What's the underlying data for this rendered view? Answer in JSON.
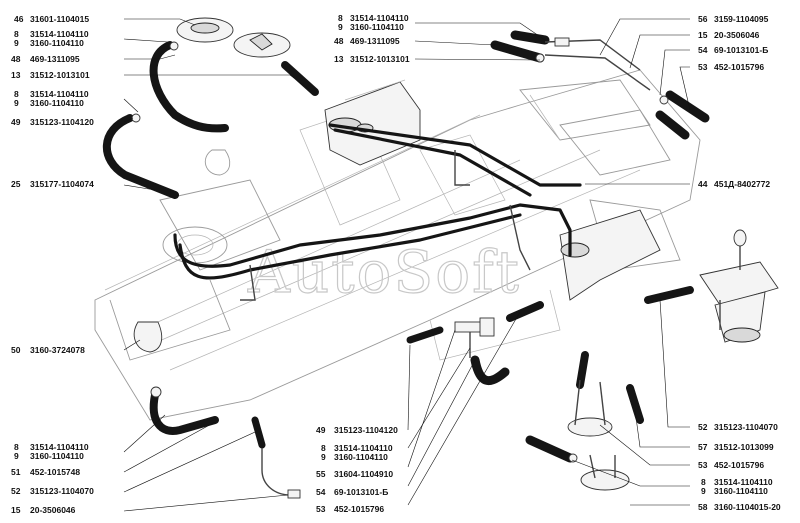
{
  "watermark": "AutoSoft",
  "labels_left": [
    {
      "num": "46",
      "code": "31601-1104015"
    },
    {
      "num": "8",
      "code": "31514-1104110"
    },
    {
      "num": "9",
      "code": "3160-1104110"
    },
    {
      "num": "48",
      "code": "469-1311095"
    },
    {
      "num": "13",
      "code": "31512-1013101"
    },
    {
      "num": "8",
      "code": "31514-1104110"
    },
    {
      "num": "9",
      "code": "3160-1104110"
    },
    {
      "num": "49",
      "code": "315123-1104120"
    },
    {
      "num": "25",
      "code": "315177-1104074"
    },
    {
      "num": "50",
      "code": "3160-3724078"
    },
    {
      "num": "8",
      "code": "31514-1104110"
    },
    {
      "num": "9",
      "code": "3160-1104110"
    },
    {
      "num": "51",
      "code": "452-1015748"
    },
    {
      "num": "52",
      "code": "315123-1104070"
    },
    {
      "num": "15",
      "code": "20-3506046"
    }
  ],
  "labels_top_center": [
    {
      "num": "8",
      "code": "31514-1104110"
    },
    {
      "num": "9",
      "code": "3160-1104110"
    },
    {
      "num": "48",
      "code": "469-1311095"
    },
    {
      "num": "13",
      "code": "31512-1013101"
    }
  ],
  "labels_right": [
    {
      "num": "56",
      "code": "3159-1104095"
    },
    {
      "num": "15",
      "code": "20-3506046"
    },
    {
      "num": "54",
      "code": "69-1013101-Б"
    },
    {
      "num": "53",
      "code": "452-1015796"
    },
    {
      "num": "44",
      "code": "451Д-8402772"
    },
    {
      "num": "52",
      "code": "315123-1104070"
    },
    {
      "num": "57",
      "code": "31512-1013099"
    },
    {
      "num": "53",
      "code": "452-1015796"
    },
    {
      "num": "8",
      "code": "31514-1104110"
    },
    {
      "num": "9",
      "code": "3160-1104110"
    },
    {
      "num": "58",
      "code": "3160-1104015-20"
    }
  ],
  "labels_bottom_center": [
    {
      "num": "49",
      "code": "315123-1104120"
    },
    {
      "num": "8",
      "code": "31514-1104110"
    },
    {
      "num": "9",
      "code": "3160-1104110"
    },
    {
      "num": "55",
      "code": "31604-1104910"
    },
    {
      "num": "54",
      "code": "69-1013101-Б"
    },
    {
      "num": "53",
      "code": "452-1015796"
    }
  ]
}
